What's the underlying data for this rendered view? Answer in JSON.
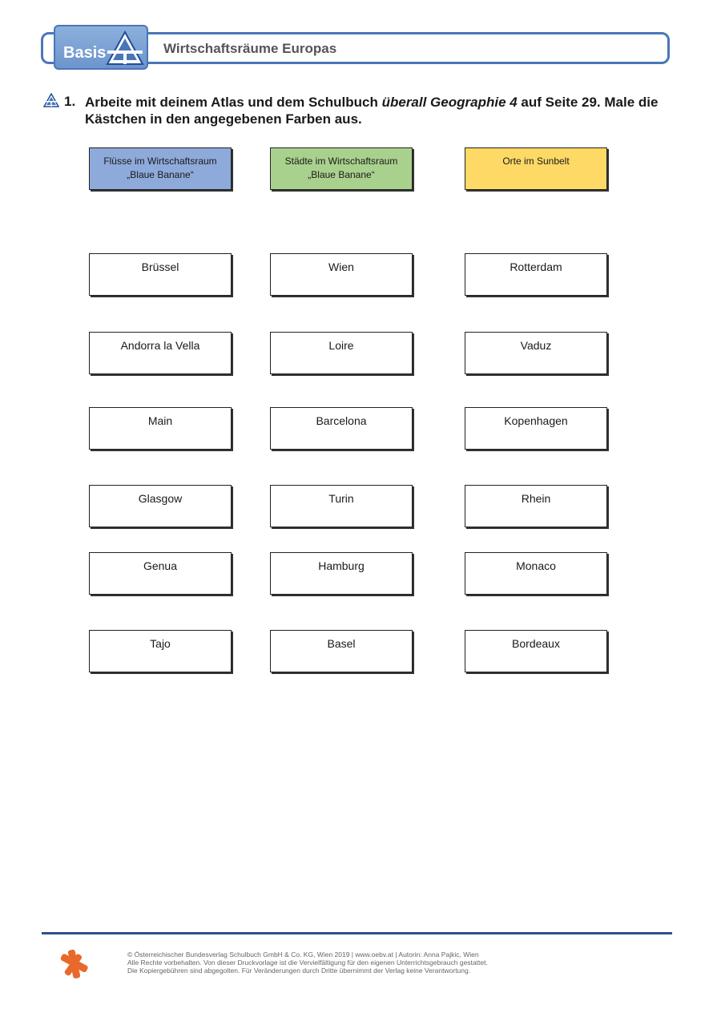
{
  "header": {
    "badge_label": "Basis",
    "title": "Wirtschaftsräume Europas"
  },
  "task": {
    "number": "1.",
    "text_before": "Arbeite mit deinem Atlas und dem Schulbuch ",
    "text_italic": "überall Geographie 4",
    "text_after": " auf Seite 29. Male die Kästchen in den angegebenen Farben aus."
  },
  "legend": [
    {
      "line1": "Flüsse im Wirtschaftsraum",
      "line2": "„Blaue Banane“",
      "color": "#8eaadb"
    },
    {
      "line1": "Städte im Wirtschaftsraum",
      "line2": "„Blaue Banane“",
      "color": "#a9d18e"
    },
    {
      "line1": "Orte im Sunbelt",
      "line2": "",
      "color": "#ffd966"
    }
  ],
  "grid": [
    [
      "Brüssel",
      "Wien",
      "Rotterdam"
    ],
    [
      "Andorra la Vella",
      "Loire",
      "Vaduz"
    ],
    [
      "Main",
      "Barcelona",
      "Kopenhagen"
    ],
    [
      "Glasgow",
      "Turin",
      "Rhein"
    ],
    [
      "Genua",
      "Hamburg",
      "Monaco"
    ],
    [
      "Tajo",
      "Basel",
      "Bordeaux"
    ]
  ],
  "footer": {
    "line1": "© Österreichischer Bundesverlag Schulbuch GmbH & Co. KG, Wien 2019 | www.oebv.at | Autorin: Anna Pajkic, Wien",
    "line2": "Alle Rechte vorbehalten. Von dieser Druckvorlage ist die Vervielfältigung für den eigenen Unterrichtsgebrauch gestattet.",
    "line3": "Die Kopiergebühren sind abgegolten. Für Veränderungen durch Dritte übernimmt der Verlag keine Verantwortung."
  },
  "colors": {
    "accent": "#4a76b8",
    "footer_logo": "#e8692b"
  }
}
